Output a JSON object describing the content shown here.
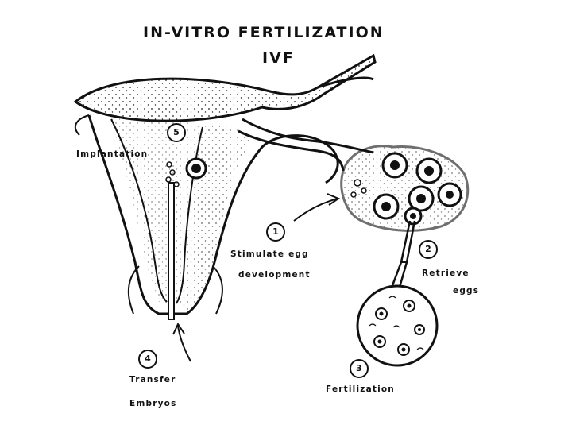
{
  "title": "IN-VITRO FERTILIZATION",
  "subtitle": "IVF",
  "steps": [
    {
      "number": "1",
      "line1": "Stimulate egg",
      "line2": "development"
    },
    {
      "number": "2",
      "line1": "Retrieve",
      "line2": "eggs"
    },
    {
      "number": "3",
      "line1": "Fertilization"
    },
    {
      "number": "4",
      "line1": "Transfer",
      "line2": "Embryos"
    },
    {
      "number": "5",
      "line1": "Implantation"
    }
  ]
}
